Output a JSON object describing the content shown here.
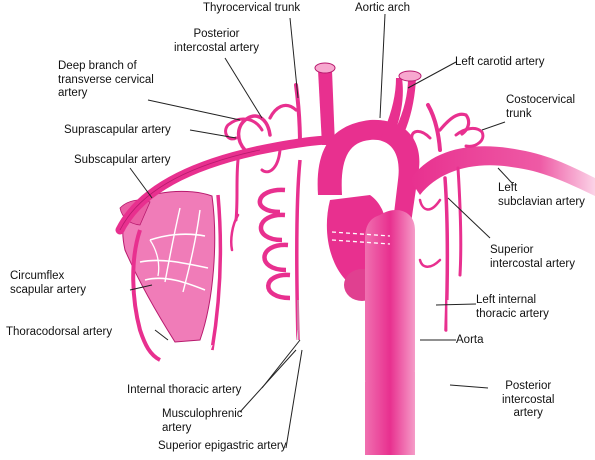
{
  "colors": {
    "artery": "#e8308f",
    "artery_dark": "#b81a6e",
    "artery_light": "#f7a8cf",
    "scapula": "#f07cb8",
    "rib_outline": "#444444",
    "leader": "#222222"
  },
  "labels": {
    "thyrocervical": "Thyrocervical trunk",
    "aortic_arch": "Aortic arch",
    "posterior_intercostal_top": "Posterior\nintercostal artery",
    "deep_branch": "Deep branch of\ntransverse cervical\nartery",
    "left_carotid": "Left carotid artery",
    "costocervical": "Costocervical\ntrunk",
    "suprascapular": "Suprascapular artery",
    "subscapular": "Subscapular artery",
    "left_subclavian": "Left\nsubclavian artery",
    "superior_intercostal": "Superior\nintercostal artery",
    "circumflex": "Circumflex\nscapular artery",
    "left_internal_thoracic": "Left internal\nthoracic artery",
    "thoracodorsal": "Thoracodorsal artery",
    "aorta": "Aorta",
    "internal_thoracic": "Internal thoracic artery",
    "posterior_intercostal_bottom": "Posterior\nintercostal\nartery",
    "musculophrenic": "Musculophrenic\nartery",
    "superior_epigastric": "Superior epigastric artery"
  }
}
